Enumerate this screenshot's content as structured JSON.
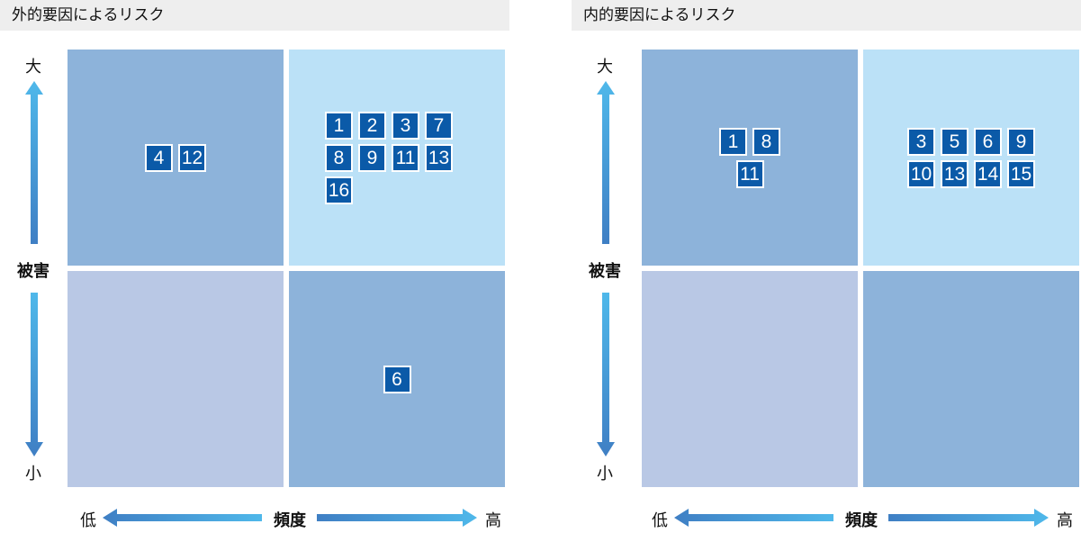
{
  "panels": [
    {
      "title": "外的要因によるリスク",
      "quadrants": {
        "top_left": [
          "4",
          "12"
        ],
        "top_right": [
          "1",
          "2",
          "3",
          "7",
          "8",
          "9",
          "11",
          "13",
          "16"
        ],
        "bottom_left": [],
        "bottom_right": [
          "6"
        ]
      }
    },
    {
      "title": "内的要因によるリスク",
      "quadrants": {
        "top_left": [
          "1",
          "8",
          "11"
        ],
        "top_right": [
          "3",
          "5",
          "6",
          "9",
          "10",
          "13",
          "14",
          "15"
        ],
        "bottom_left": [],
        "bottom_right": []
      }
    }
  ],
  "axes": {
    "y_label": "被害",
    "y_high": "大",
    "y_low": "小",
    "x_label": "頻度",
    "x_low": "低",
    "x_high": "高"
  },
  "colors": {
    "quadrant_high_impact_high_freq": "#bbe1f7",
    "quadrant_medium": "#8db3da",
    "quadrant_low": "#b9c8e5",
    "number_box": "#0b5aa8",
    "arrow_light": "#4fb8ea",
    "arrow_dark": "#3f7fc4",
    "title_bar": "#eeeeee"
  }
}
